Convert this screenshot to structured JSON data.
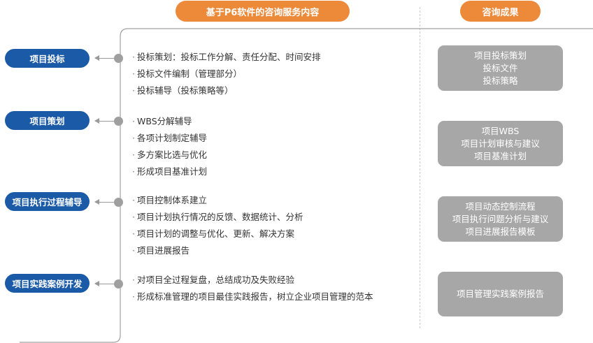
{
  "header_left": "基于P6软件的咨询服务内容",
  "header_right": "咨询成果",
  "rows": [
    {
      "category": "项目投标",
      "items": [
        "投标策划：投标工作分解、责任分配、时间安排",
        "投标文件编制（管理部分）",
        "投标辅导（投标策略等）"
      ],
      "results": [
        "项目投标策划",
        "投标文件",
        "投标策略"
      ]
    },
    {
      "category": "项目策划",
      "items": [
        "WBS分解辅导",
        "各项计划制定辅导",
        "多方案比选与优化",
        "形成项目基准计划"
      ],
      "results": [
        "项目WBS",
        "项目计划审核与建议",
        "项目基准计划"
      ]
    },
    {
      "category": "项目执行过程辅导",
      "items": [
        "项目控制体系建立",
        "项目计划执行情况的反馈、数据统计、分析",
        "项目计划的调整与优化、更新、解决方案",
        "项目进展报告"
      ],
      "results": [
        "项目动态控制流程",
        "项目执行问题分析与建议",
        "项目进展报告模板"
      ]
    },
    {
      "category": "项目实践案例开发",
      "items": [
        "对项目全过程复盘，总结成功及失败经验",
        "形成标准管理的项目最佳实践报告，树立企业项目管理的范本"
      ],
      "results": [
        "项目管理实践案例报告"
      ]
    }
  ],
  "bullet_char": "·",
  "colors": {
    "header": "#ec8a3a",
    "category": "#1a5aa6",
    "result": "#a7a7a7",
    "connector": "#9f9f9f"
  }
}
